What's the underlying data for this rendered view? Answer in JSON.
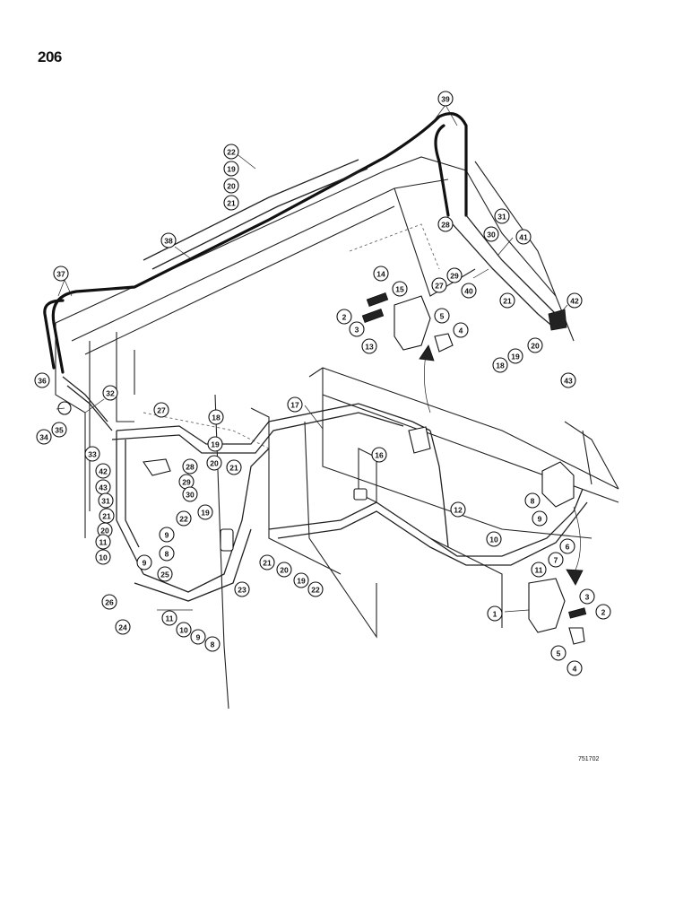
{
  "page": {
    "number": "206",
    "drawing_code": "751702"
  },
  "callouts": [
    {
      "id": "c39",
      "label": "39"
    },
    {
      "id": "c22a",
      "label": "22"
    },
    {
      "id": "c19a",
      "label": "19"
    },
    {
      "id": "c20a",
      "label": "20"
    },
    {
      "id": "c21a",
      "label": "21"
    },
    {
      "id": "c38",
      "label": "38"
    },
    {
      "id": "c37",
      "label": "37"
    },
    {
      "id": "c28a",
      "label": "28"
    },
    {
      "id": "c31a",
      "label": "31"
    },
    {
      "id": "c30a",
      "label": "30"
    },
    {
      "id": "c41",
      "label": "41"
    },
    {
      "id": "c29a",
      "label": "29"
    },
    {
      "id": "c27a",
      "label": "27"
    },
    {
      "id": "c40",
      "label": "40"
    },
    {
      "id": "c14",
      "label": "14"
    },
    {
      "id": "c15",
      "label": "15"
    },
    {
      "id": "c2a",
      "label": "2"
    },
    {
      "id": "c3a",
      "label": "3"
    },
    {
      "id": "c5a",
      "label": "5"
    },
    {
      "id": "c4a",
      "label": "4"
    },
    {
      "id": "c13",
      "label": "13"
    },
    {
      "id": "c21b",
      "label": "21"
    },
    {
      "id": "c42a",
      "label": "42"
    },
    {
      "id": "c20b",
      "label": "20"
    },
    {
      "id": "c18a",
      "label": "18"
    },
    {
      "id": "c19b",
      "label": "19"
    },
    {
      "id": "c43a",
      "label": "43"
    },
    {
      "id": "c36",
      "label": "36"
    },
    {
      "id": "c32",
      "label": "32"
    },
    {
      "id": "c17",
      "label": "17"
    },
    {
      "id": "c35",
      "label": "35"
    },
    {
      "id": "c34",
      "label": "34"
    },
    {
      "id": "c27b",
      "label": "27"
    },
    {
      "id": "c18b",
      "label": "18"
    },
    {
      "id": "c19c",
      "label": "19"
    },
    {
      "id": "c33",
      "label": "33"
    },
    {
      "id": "c20c",
      "label": "20"
    },
    {
      "id": "c21c",
      "label": "21"
    },
    {
      "id": "c16",
      "label": "16"
    },
    {
      "id": "c42b",
      "label": "42"
    },
    {
      "id": "c28b",
      "label": "28"
    },
    {
      "id": "c29b",
      "label": "29"
    },
    {
      "id": "c43b",
      "label": "43"
    },
    {
      "id": "c30b",
      "label": "30"
    },
    {
      "id": "c31b",
      "label": "31"
    },
    {
      "id": "c22b",
      "label": "22"
    },
    {
      "id": "c21d",
      "label": "21"
    },
    {
      "id": "c19d",
      "label": "19"
    },
    {
      "id": "c20d",
      "label": "20"
    },
    {
      "id": "c8a",
      "label": "8"
    },
    {
      "id": "c9a",
      "label": "9"
    },
    {
      "id": "c12",
      "label": "12"
    },
    {
      "id": "c11a",
      "label": "11"
    },
    {
      "id": "c10a",
      "label": "10"
    },
    {
      "id": "c9b",
      "label": "9"
    },
    {
      "id": "c10b",
      "label": "10"
    },
    {
      "id": "c11b",
      "label": "11"
    },
    {
      "id": "c6",
      "label": "6"
    },
    {
      "id": "c7",
      "label": "7"
    },
    {
      "id": "c8b",
      "label": "8"
    },
    {
      "id": "c21e",
      "label": "21"
    },
    {
      "id": "c20e",
      "label": "20"
    },
    {
      "id": "c19e",
      "label": "19"
    },
    {
      "id": "c22c",
      "label": "22"
    },
    {
      "id": "c23",
      "label": "23"
    },
    {
      "id": "c9c",
      "label": "9"
    },
    {
      "id": "c25",
      "label": "25"
    },
    {
      "id": "c26",
      "label": "26"
    },
    {
      "id": "c24",
      "label": "24"
    },
    {
      "id": "c11c",
      "label": "11"
    },
    {
      "id": "c10c",
      "label": "10"
    },
    {
      "id": "c9d",
      "label": "9"
    },
    {
      "id": "c8c",
      "label": "8"
    },
    {
      "id": "c1",
      "label": "1"
    },
    {
      "id": "c3b",
      "label": "3"
    },
    {
      "id": "c2b",
      "label": "2"
    },
    {
      "id": "c5b",
      "label": "5"
    },
    {
      "id": "c4b",
      "label": "4"
    }
  ]
}
